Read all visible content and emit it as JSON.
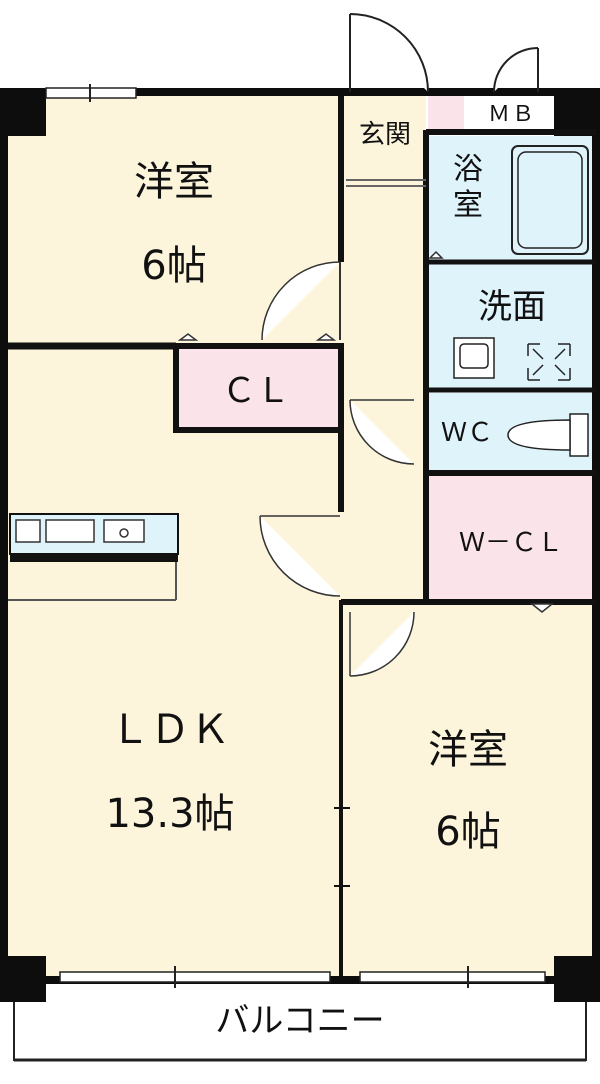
{
  "colors": {
    "room_cream": "#fcf5dc",
    "closet_pink": "#fbe3ea",
    "wet_blue": "#dff3fb",
    "wall": "#0d0d0d",
    "balcony": "#ffffff"
  },
  "rooms": {
    "western_room_1": {
      "name": "洋室",
      "size": "6帖"
    },
    "closet": {
      "name": "ＣＬ"
    },
    "ldk": {
      "name": "ＬＤＫ",
      "size": "13.3帖"
    },
    "western_room_2": {
      "name": "洋室",
      "size": "6帖"
    },
    "entrance": {
      "name": "玄関"
    },
    "meter_box": {
      "name": "ＭＢ"
    },
    "bathroom": {
      "name": "浴室"
    },
    "washroom": {
      "name": "洗面"
    },
    "toilet": {
      "name": "ＷＣ"
    },
    "walk_in_closet": {
      "name": "Ｗ－ＣＬ"
    },
    "balcony": {
      "name": "バルコニー"
    }
  }
}
